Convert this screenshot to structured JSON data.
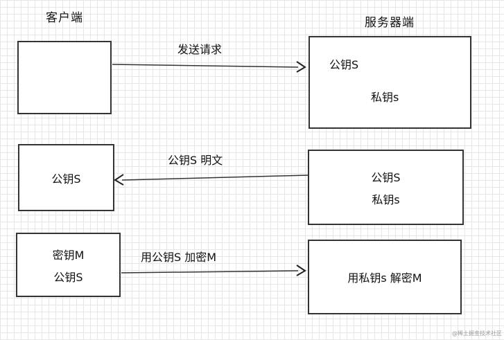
{
  "headers": {
    "client": "客户端",
    "server": "服务器端"
  },
  "step1": {
    "arrow_label": "发送请求",
    "server_box": {
      "public_key": "公钥S",
      "private_key": "私钥s"
    }
  },
  "step2": {
    "arrow_label": "公钥S 明文",
    "client_box": {
      "public_key": "公钥S"
    },
    "server_box": {
      "public_key": "公钥S",
      "private_key": "私钥s"
    }
  },
  "step3": {
    "arrow_label": "用公钥S 加密M",
    "client_box": {
      "secret_key": "密钥M",
      "public_key": "公钥S"
    },
    "server_box": {
      "text": "用私钥s 解密M"
    }
  },
  "watermark": "@稀土掘金技术社区",
  "colors": {
    "line": "#333333",
    "grid": "#e6e6e6"
  }
}
